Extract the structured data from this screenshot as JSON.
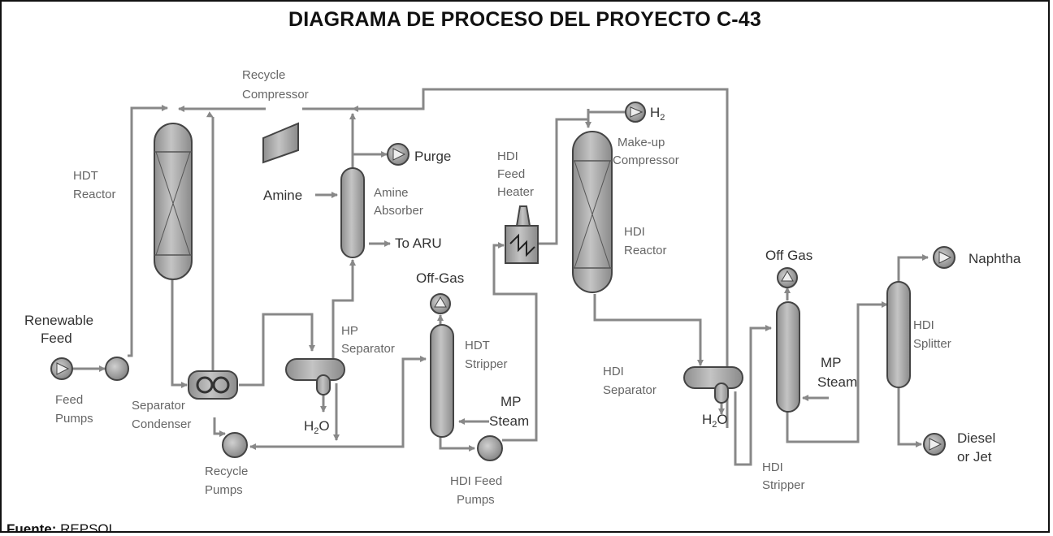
{
  "title": "DIAGRAMA DE PROCESO DEL PROYECTO C-43",
  "source": {
    "label": "Fuente:",
    "value": "REPSOL"
  },
  "labels": {
    "recycle_compressor": [
      "Recycle",
      "Compressor"
    ],
    "hdt_reactor": [
      "HDT",
      "Reactor"
    ],
    "renewable_feed": [
      "Renewable",
      "Feed"
    ],
    "feed_pumps": [
      "Feed",
      "Pumps"
    ],
    "separator_condenser": [
      "Separator",
      "Condenser"
    ],
    "recycle_pumps": [
      "Recycle",
      "Pumps"
    ],
    "purge": "Purge",
    "amine": "Amine",
    "amine_absorber": [
      "Amine",
      "Absorber"
    ],
    "to_aru": "To ARU",
    "hp_separator": [
      "HP",
      "Separator"
    ],
    "h2o": "H",
    "h2o_sub": "2",
    "h2o_tail": "O",
    "off_gas_1": "Off-Gas",
    "hdt_stripper": [
      "HDT",
      "Stripper"
    ],
    "mp_steam_1": [
      "MP",
      "Steam"
    ],
    "hdi_feed_pumps": [
      "HDI Feed",
      "Pumps"
    ],
    "hdi_feed_heater": [
      "HDI",
      "Feed",
      "Heater"
    ],
    "h2": "H",
    "h2_sub": "2",
    "makeup_compressor": [
      "Make-up",
      "Compressor"
    ],
    "hdi_reactor": [
      "HDI",
      "Reactor"
    ],
    "hdi_separator": [
      "HDI",
      "Separator"
    ],
    "off_gas_2": "Off Gas",
    "mp_steam_2": [
      "MP",
      "Steam"
    ],
    "hdi_stripper": [
      "HDI",
      "Stripper"
    ],
    "naphtha": "Naphtha",
    "hdi_splitter": [
      "HDI",
      "Splitter"
    ],
    "diesel_jet": [
      "Diesel",
      "or Jet"
    ]
  },
  "colors": {
    "line": "#888888",
    "vessel_fill": "#a9a9a9",
    "vessel_stroke": "#444444",
    "label": "#666666"
  }
}
